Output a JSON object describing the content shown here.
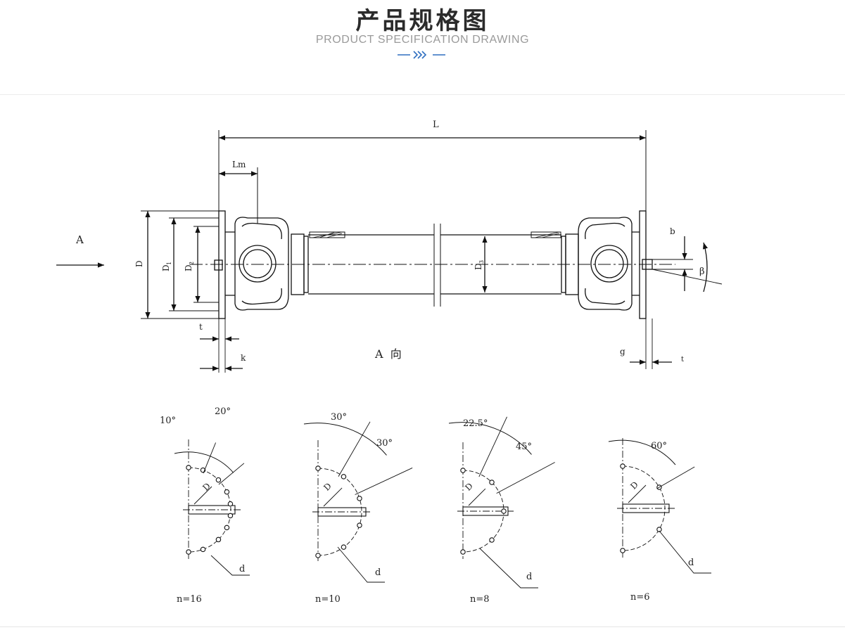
{
  "header": {
    "title": "产品规格图",
    "subtitle": "PRODUCT SPECIFICATION DRAWING",
    "accent_color": "#2f6fc0"
  },
  "drawing": {
    "main_labels": {
      "L": "L",
      "Lm": "Lm",
      "A": "A",
      "D": "D",
      "D1": "D",
      "D1_sub": "1",
      "D2": "D",
      "D2_sub": "2",
      "D3": "D",
      "D3_sub": "3",
      "t": "t",
      "k": "k",
      "g": "g",
      "b": "b",
      "beta": "β",
      "a_view": "A  向",
      "t_right": "t"
    },
    "patterns": [
      {
        "n": "n=16",
        "angle1": "10°",
        "angle2": "20°",
        "d": "d",
        "D1": "D",
        "D1_sub": "1"
      },
      {
        "n": "n=10",
        "angle1": "30°",
        "angle2": "30°",
        "d": "d",
        "D1": "D",
        "D1_sub": "1"
      },
      {
        "n": "n=8",
        "angle1": "22.5°",
        "angle2": "45°",
        "d": "d",
        "D1": "D",
        "D1_sub": "1"
      },
      {
        "n": "n=6",
        "angle1": "60°",
        "d": "d",
        "D1": "D",
        "D1_sub": "1"
      }
    ]
  }
}
